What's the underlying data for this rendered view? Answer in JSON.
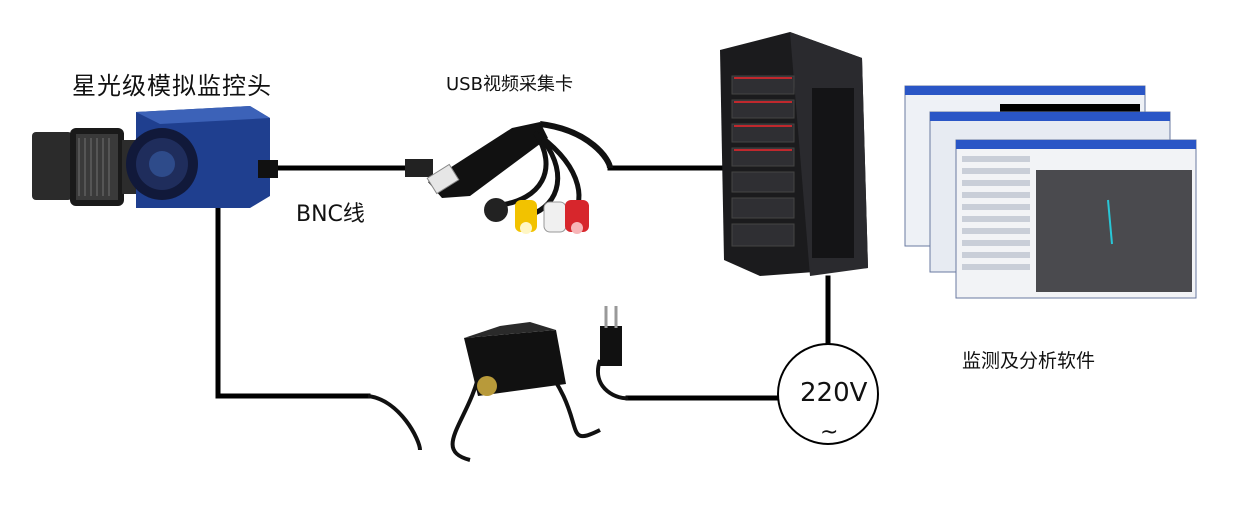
{
  "labels": {
    "camera": "星光级模拟监控头",
    "capture_card": "USB视频采集卡",
    "cable": "BNC线",
    "software": "监测及分析软件",
    "voltage": "220V",
    "ac_symbol": "~"
  },
  "colors": {
    "wire": "#000000",
    "camera_blue": "#1f3f8f",
    "pc_body": "#1b1b1d",
    "pc_accent": "#c0282d",
    "rca_yellow": "#f2c200",
    "rca_white": "#f0f0f0",
    "rca_red": "#d7262c"
  }
}
